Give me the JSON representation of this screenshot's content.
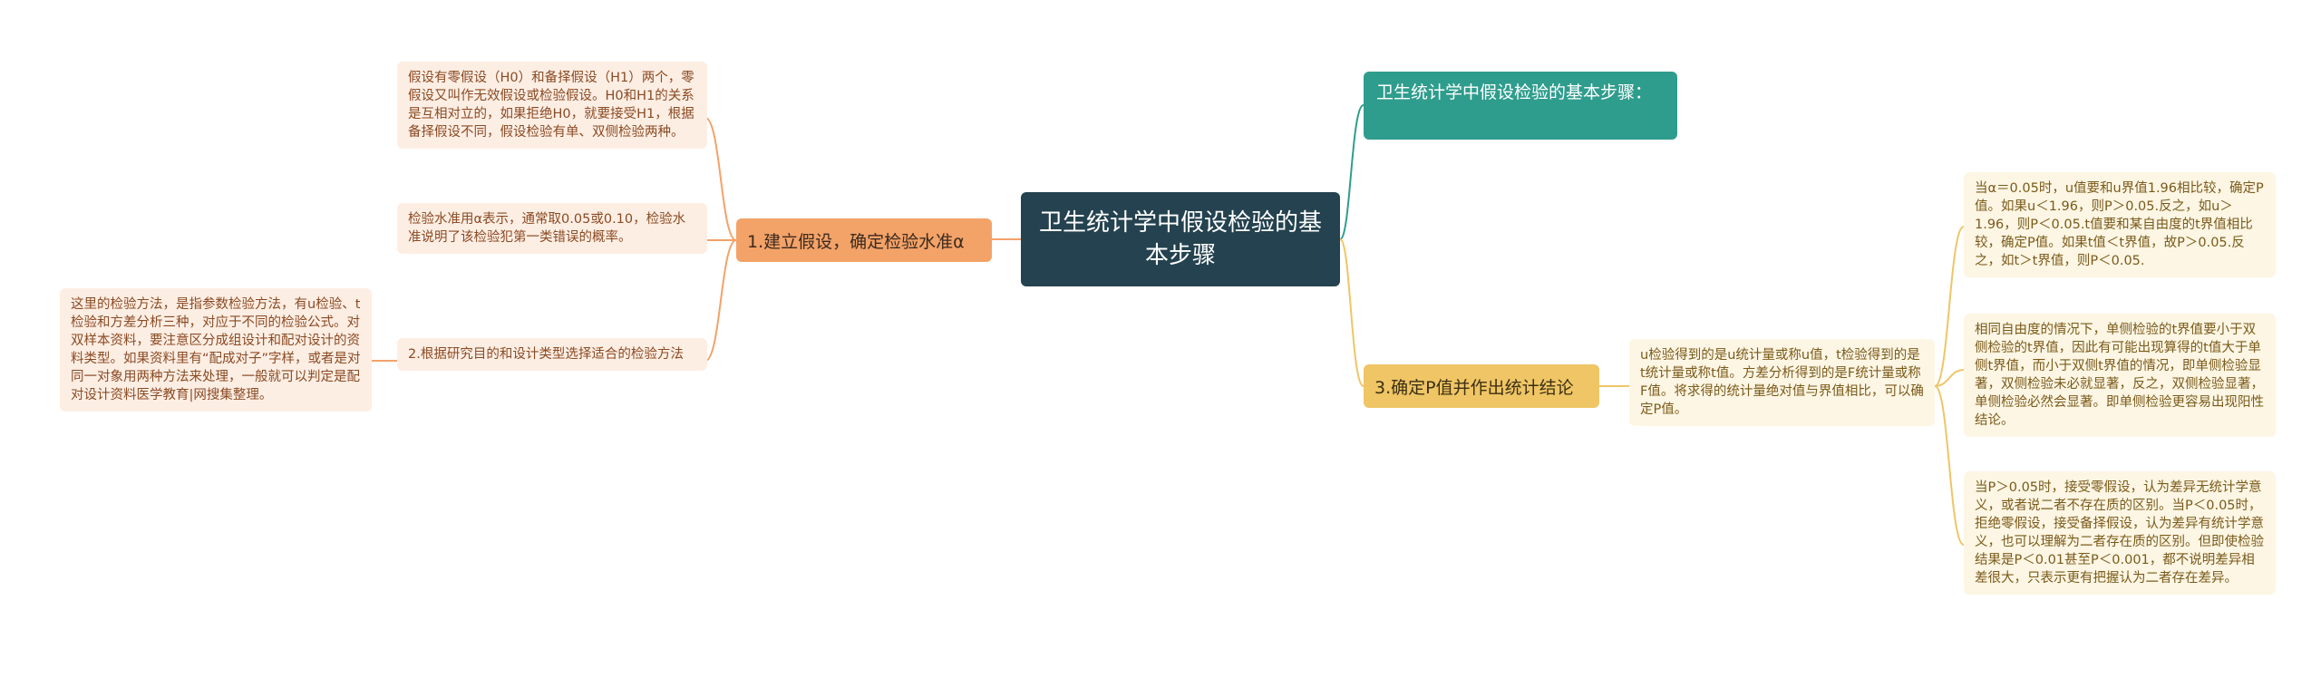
{
  "root": {
    "title": "卫生统计学中假设检验的基本步骤"
  },
  "branch_1": {
    "label": "1.建立假设，确定检验水准α",
    "notes": [
      "假设有零假设（H0）和备择假设（H1）两个，零假设又叫作无效假设或检验假设。H0和H1的关系是互相对立的，如果拒绝H0，就要接受H1，根据备择假设不同，假设检验有单、双侧检验两种。",
      "检验水准用α表示，通常取0.05或0.10，检验水准说明了该检验犯第一类错误的概率。",
      "2.根据研究目的和设计类型选择适合的检验方法"
    ],
    "sub_note": "这里的检验方法，是指参数检验方法，有u检验、t检验和方差分析三种，对应于不同的检验公式。对双样本资料，要注意区分成组设计和配对设计的资料类型。如果资料里有“配成对子”字样，或者是对同一对象用两种方法来处理，一般就可以判定是配对设计资料医学教育|网搜集整理。"
  },
  "branch_teal": {
    "label": "卫生统计学中假设检验的基本步骤："
  },
  "branch_3": {
    "label": "3.确定P值并作出统计结论",
    "middle": "u检验得到的是u统计量或称u值，t检验得到的是t统计量或称t值。方差分析得到的是F统计量或称F值。将求得的统计量绝对值与界值相比，可以确定P值。",
    "notes": [
      "当α＝0.05时，u值要和u界值1.96相比较，确定P值。如果u＜1.96，则P＞0.05.反之，如u＞1.96，则P＜0.05.t值要和某自由度的t界值相比较，确定P值。如果t值＜t界值，故P＞0.05.反之，如t＞t界值，则P＜0.05.",
      "相同自由度的情况下，单侧检验的t界值要小于双侧检验的t界值，因此有可能出现算得的t值大于单侧t界值，而小于双侧t界值的情况，即单侧检验显著，双侧检验未必就显著，反之，双侧检验显著，单侧检验必然会显著。即单侧检验更容易出现阳性结论。",
      "当P＞0.05时，接受零假设，认为差异无统计学意义，或者说二者不存在质的区别。当P＜0.05时，拒绝零假设，接受备择假设，认为差异有统计学意义，也可以理解为二者存在质的区别。但即使检验结果是P＜0.01甚至P＜0.001，都不说明差异相差很大，只表示更有把握认为二者存在差异。"
    ]
  },
  "colors": {
    "root": "#24424f",
    "orange": "#f3a268",
    "teal": "#2f9d8d",
    "yellow": "#efc565"
  }
}
